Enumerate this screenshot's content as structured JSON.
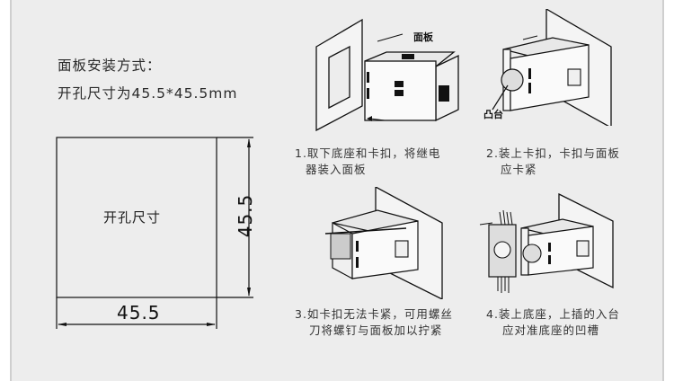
{
  "intro": {
    "line1": "面板安装方式：",
    "line2": "开孔尺寸为45.5*45.5mm"
  },
  "cutout_drawing": {
    "center_label": "开孔尺寸",
    "width_dimension": "45.5",
    "height_dimension": "45.5"
  },
  "steps": [
    {
      "line1": "1.取下底座和卡扣，将继电",
      "line2": "器装入面板",
      "callout": "面板"
    },
    {
      "line1": "2.装上卡扣，卡扣与面板",
      "line2": "应卡紧",
      "callout": "凸台"
    },
    {
      "line1": "3.如卡扣无法卡紧，可用螺丝",
      "line2": "刀将螺钉与面板加以拧紧"
    },
    {
      "line1": "4.装上底座，上插的入台",
      "line2": "应对准底座的凹槽"
    }
  ],
  "colors": {
    "background": "#ededed",
    "line": "#111111",
    "text": "#2a2a2a"
  }
}
